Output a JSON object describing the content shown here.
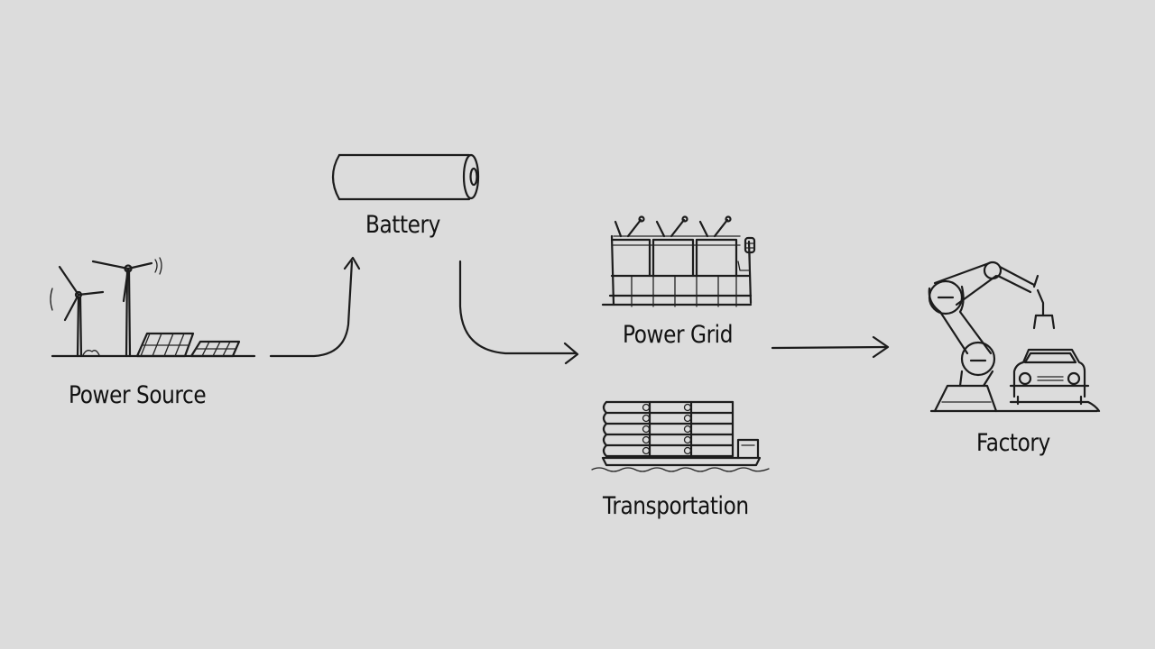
{
  "nodes": {
    "power_source": {
      "label": "Power Source",
      "icon": "wind-solar-icon"
    },
    "battery": {
      "label": "Battery",
      "icon": "battery-cell-icon"
    },
    "power_grid": {
      "label": "Power Grid",
      "icon": "grid-storage-icon"
    },
    "transportation": {
      "label": "Transportation",
      "icon": "cargo-ship-icon"
    },
    "factory": {
      "label": "Factory",
      "icon": "robot-arm-car-icon"
    }
  },
  "edges": [
    {
      "from": "Power Source",
      "to": "Battery"
    },
    {
      "from": "Battery",
      "to": "Power Grid"
    },
    {
      "from": "Power Grid",
      "to": "Factory"
    }
  ],
  "colors": {
    "background": "#dcdcdc",
    "ink": "#1c1c1c"
  }
}
